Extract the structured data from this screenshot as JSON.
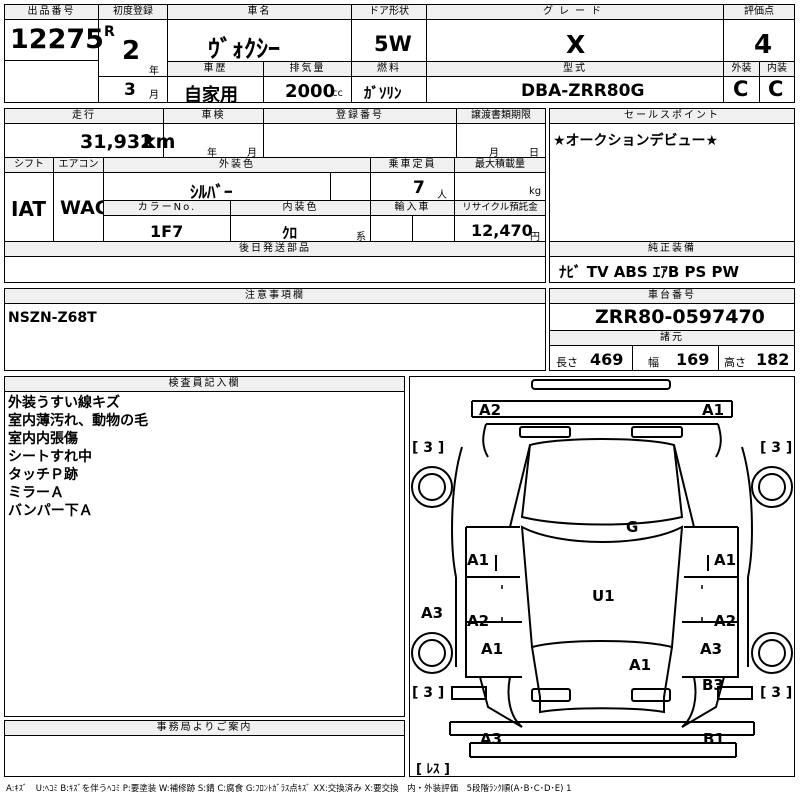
{
  "lot": {
    "label": "出品番号",
    "value": "12275"
  },
  "first_reg": {
    "label": "初度登録",
    "era": "R",
    "year": "2",
    "year_unit": "年",
    "month": "3",
    "month_unit": "月"
  },
  "car_name": {
    "label": "車名",
    "value": "ｳﾞｫｸｼｰ"
  },
  "door": {
    "label": "ドア形状",
    "value": "5W"
  },
  "grade": {
    "label": "グレード",
    "value": "X"
  },
  "score": {
    "label": "評価点",
    "value": "4",
    "ext_label": "外装",
    "int_label": "内装",
    "ext": "C",
    "int": "C"
  },
  "history": {
    "label": "車歴",
    "value": "自家用"
  },
  "displacement": {
    "label": "排気量",
    "value": "2000",
    "unit": "cc"
  },
  "fuel": {
    "label": "燃料",
    "value": "ｶﾞｿﾘﾝ"
  },
  "model": {
    "label": "型式",
    "value": "DBA-ZRR80G"
  },
  "mileage": {
    "label": "走行",
    "value": "31,932",
    "unit": "km"
  },
  "inspection": {
    "label": "車検",
    "year_unit": "年",
    "month_unit": "月"
  },
  "reg_no": {
    "label": "登録番号"
  },
  "transfer": {
    "label": "譲渡書類期限",
    "month_unit": "月",
    "day_unit": "日"
  },
  "sales_point": {
    "label": "セールスポイント",
    "value": "★オークションデビュー★"
  },
  "shift": {
    "label": "シフト",
    "value": "IAT"
  },
  "aircon": {
    "label": "エアコン",
    "value": "WAC"
  },
  "ext_color": {
    "label": "外装色",
    "value": "ｼﾙﾊﾞｰ"
  },
  "capacity": {
    "label": "乗車定員",
    "value": "7",
    "unit": "人"
  },
  "max_load": {
    "label": "最大積載量",
    "unit": "kg"
  },
  "color_no": {
    "label": "カラーNo.",
    "value": "1F7"
  },
  "int_color": {
    "label": "内装色",
    "value": "ｸﾛ",
    "unit": "系"
  },
  "import": {
    "label": "輸入車"
  },
  "recycle": {
    "label": "リサイクル預託金",
    "value": "12,470",
    "unit": "円"
  },
  "parts_later": {
    "label": "後日発送部品"
  },
  "equipment": {
    "label": "純正装備",
    "value": "ﾅﾋﾞ TV ABS ｴｱB PS PW"
  },
  "caution": {
    "label": "注意事項欄",
    "value": "NSZN-Z68T"
  },
  "chassis": {
    "label": "車台番号",
    "value": "ZRR80-0597470"
  },
  "specs": {
    "label": "諸元",
    "length_label": "長さ",
    "length": "469",
    "width_label": "幅",
    "width": "169",
    "height_label": "高さ",
    "height": "182"
  },
  "inspector": {
    "label": "検査員記入欄",
    "notes": [
      "外装うすい線キズ",
      "室内薄汚れ、動物の毛",
      "室内内張傷",
      "シートすれ中",
      "タッチＰ跡",
      "ミラーＡ",
      "バンパー下Ａ"
    ]
  },
  "office": {
    "label": "事務局よりご案内"
  },
  "diagram": {
    "tires": {
      "fl": "3",
      "fr": "3",
      "rl": "3",
      "rr": "3"
    },
    "spare": "ﾚｽ",
    "marks": {
      "front_bumper_l": "A2",
      "front_bumper_r": "A1",
      "windshield": "G",
      "front_door_l": "A1",
      "front_door_r": "A1",
      "roof": "U1",
      "rear_door_l": "A2",
      "rear_door_r": "A2",
      "fender_l": "A3",
      "rear_fender_l": "A1",
      "rear_fender_r": "A3",
      "rear_roof": "A1",
      "rear_bumper_r": "B3",
      "rear_bumper_lo_l": "A3",
      "rear_bumper_lo_r": "B1"
    }
  },
  "legend": "A:ｷｽﾞ　U:ﾍｺﾐ B:ｷｽﾞを伴うﾍｺﾐ P:要塗装 W:補修跡 S:錆 C:腐食 G:ﾌﾛﾝﾄｶﾞﾗｽ点ｷｽﾞ XX:交換済み X:要交換　内・外装評価　5段階ﾗﾝｸ順(A･B･C･D･E) 1"
}
